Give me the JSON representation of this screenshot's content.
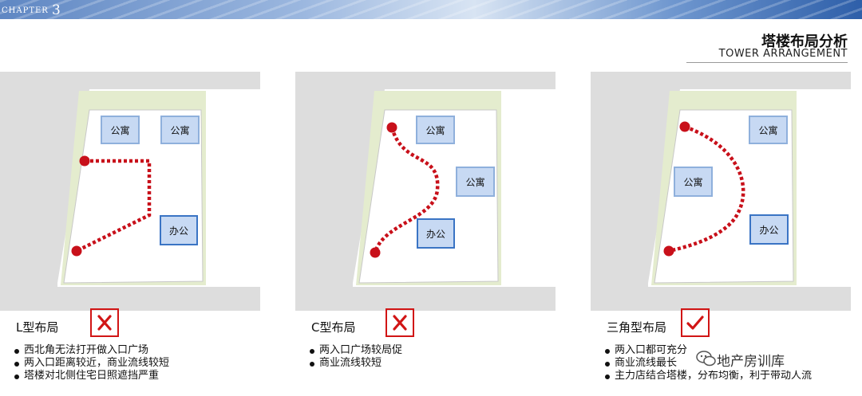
{
  "header": {
    "chapter_word": "CHAPTER",
    "chapter_num": "3"
  },
  "title": {
    "cn": "塔楼布局分析",
    "en": "TOWER ARRANGEMENT"
  },
  "panels": [
    {
      "label": "L型布局",
      "verdict": "cross",
      "apartment": "公寓",
      "office": "办公",
      "bullets": [
        "西北角无法打开做入口广场",
        "两入口距离较近，商业流线较短",
        "塔楼对北侧住宅日照遮挡严重"
      ]
    },
    {
      "label": "C型布局",
      "verdict": "cross",
      "apartment": "公寓",
      "office": "办公",
      "bullets": [
        "两入口广场较局促",
        "商业流线较短"
      ]
    },
    {
      "label": "三角型布局",
      "verdict": "check",
      "apartment": "公寓",
      "office": "办公",
      "bullets": [
        "两入口都可充分",
        "商业流线最长",
        "主力店结合塔楼，分布均衡，利于带动人流"
      ]
    }
  ],
  "watermark": {
    "text": "地产房训库"
  },
  "colors": {
    "route": "#c8101a",
    "box_fill": "#c7d9f3",
    "box_stroke": "#8fb0dc",
    "box_stroke_strong": "#3a74c4",
    "road": "#dddddd",
    "green": "#e4ecce",
    "verdict_red": "#d11515"
  }
}
